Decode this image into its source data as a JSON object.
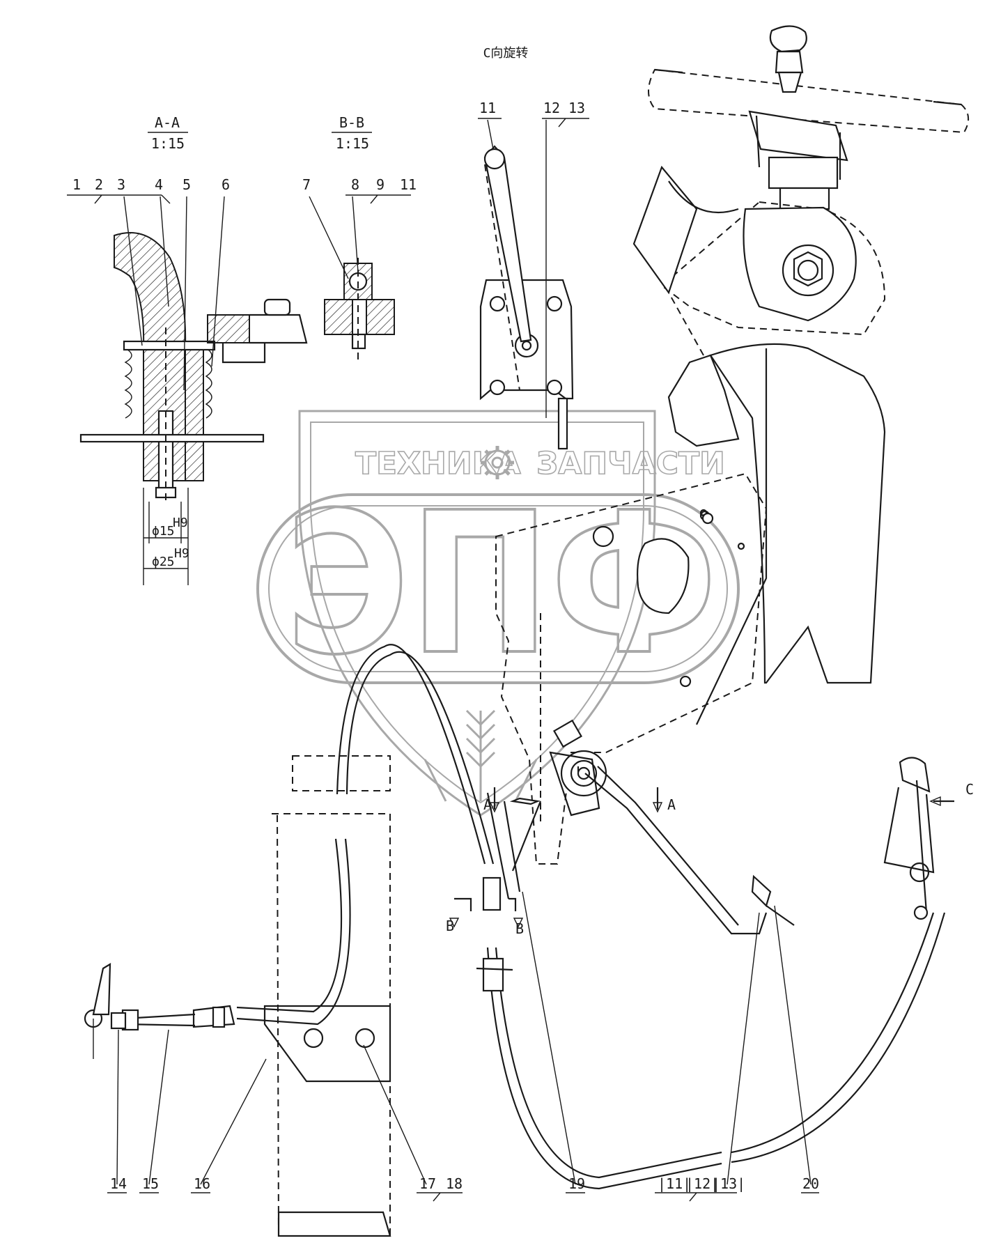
{
  "view_note": "C向旋转",
  "sections": {
    "aa": {
      "title": "A-A",
      "scale": "1:15"
    },
    "bb": {
      "title": "B-B",
      "scale": "1:15"
    }
  },
  "dimensions": {
    "d15": "ϕ15",
    "d15_tol": "H9",
    "d25": "ϕ25",
    "d25_tol": "H9"
  },
  "section_markers": {
    "a": "A",
    "b": "B",
    "c": "C"
  },
  "callouts": {
    "aa": [
      "1",
      "2",
      "3",
      "4",
      "5",
      "6"
    ],
    "bb": [
      "7",
      "8",
      "9",
      "11"
    ],
    "top": [
      "11",
      "12",
      "13"
    ],
    "bottom": [
      "14",
      "15",
      "16",
      "17",
      "18",
      "19",
      "|11|",
      "|12|",
      "|13|",
      "20"
    ]
  },
  "watermark": {
    "left": "ТЕХНИКА",
    "right": "ЗАПЧАСТИ",
    "logo": "ЭПФ",
    "gear_icon": "gear-icon"
  }
}
